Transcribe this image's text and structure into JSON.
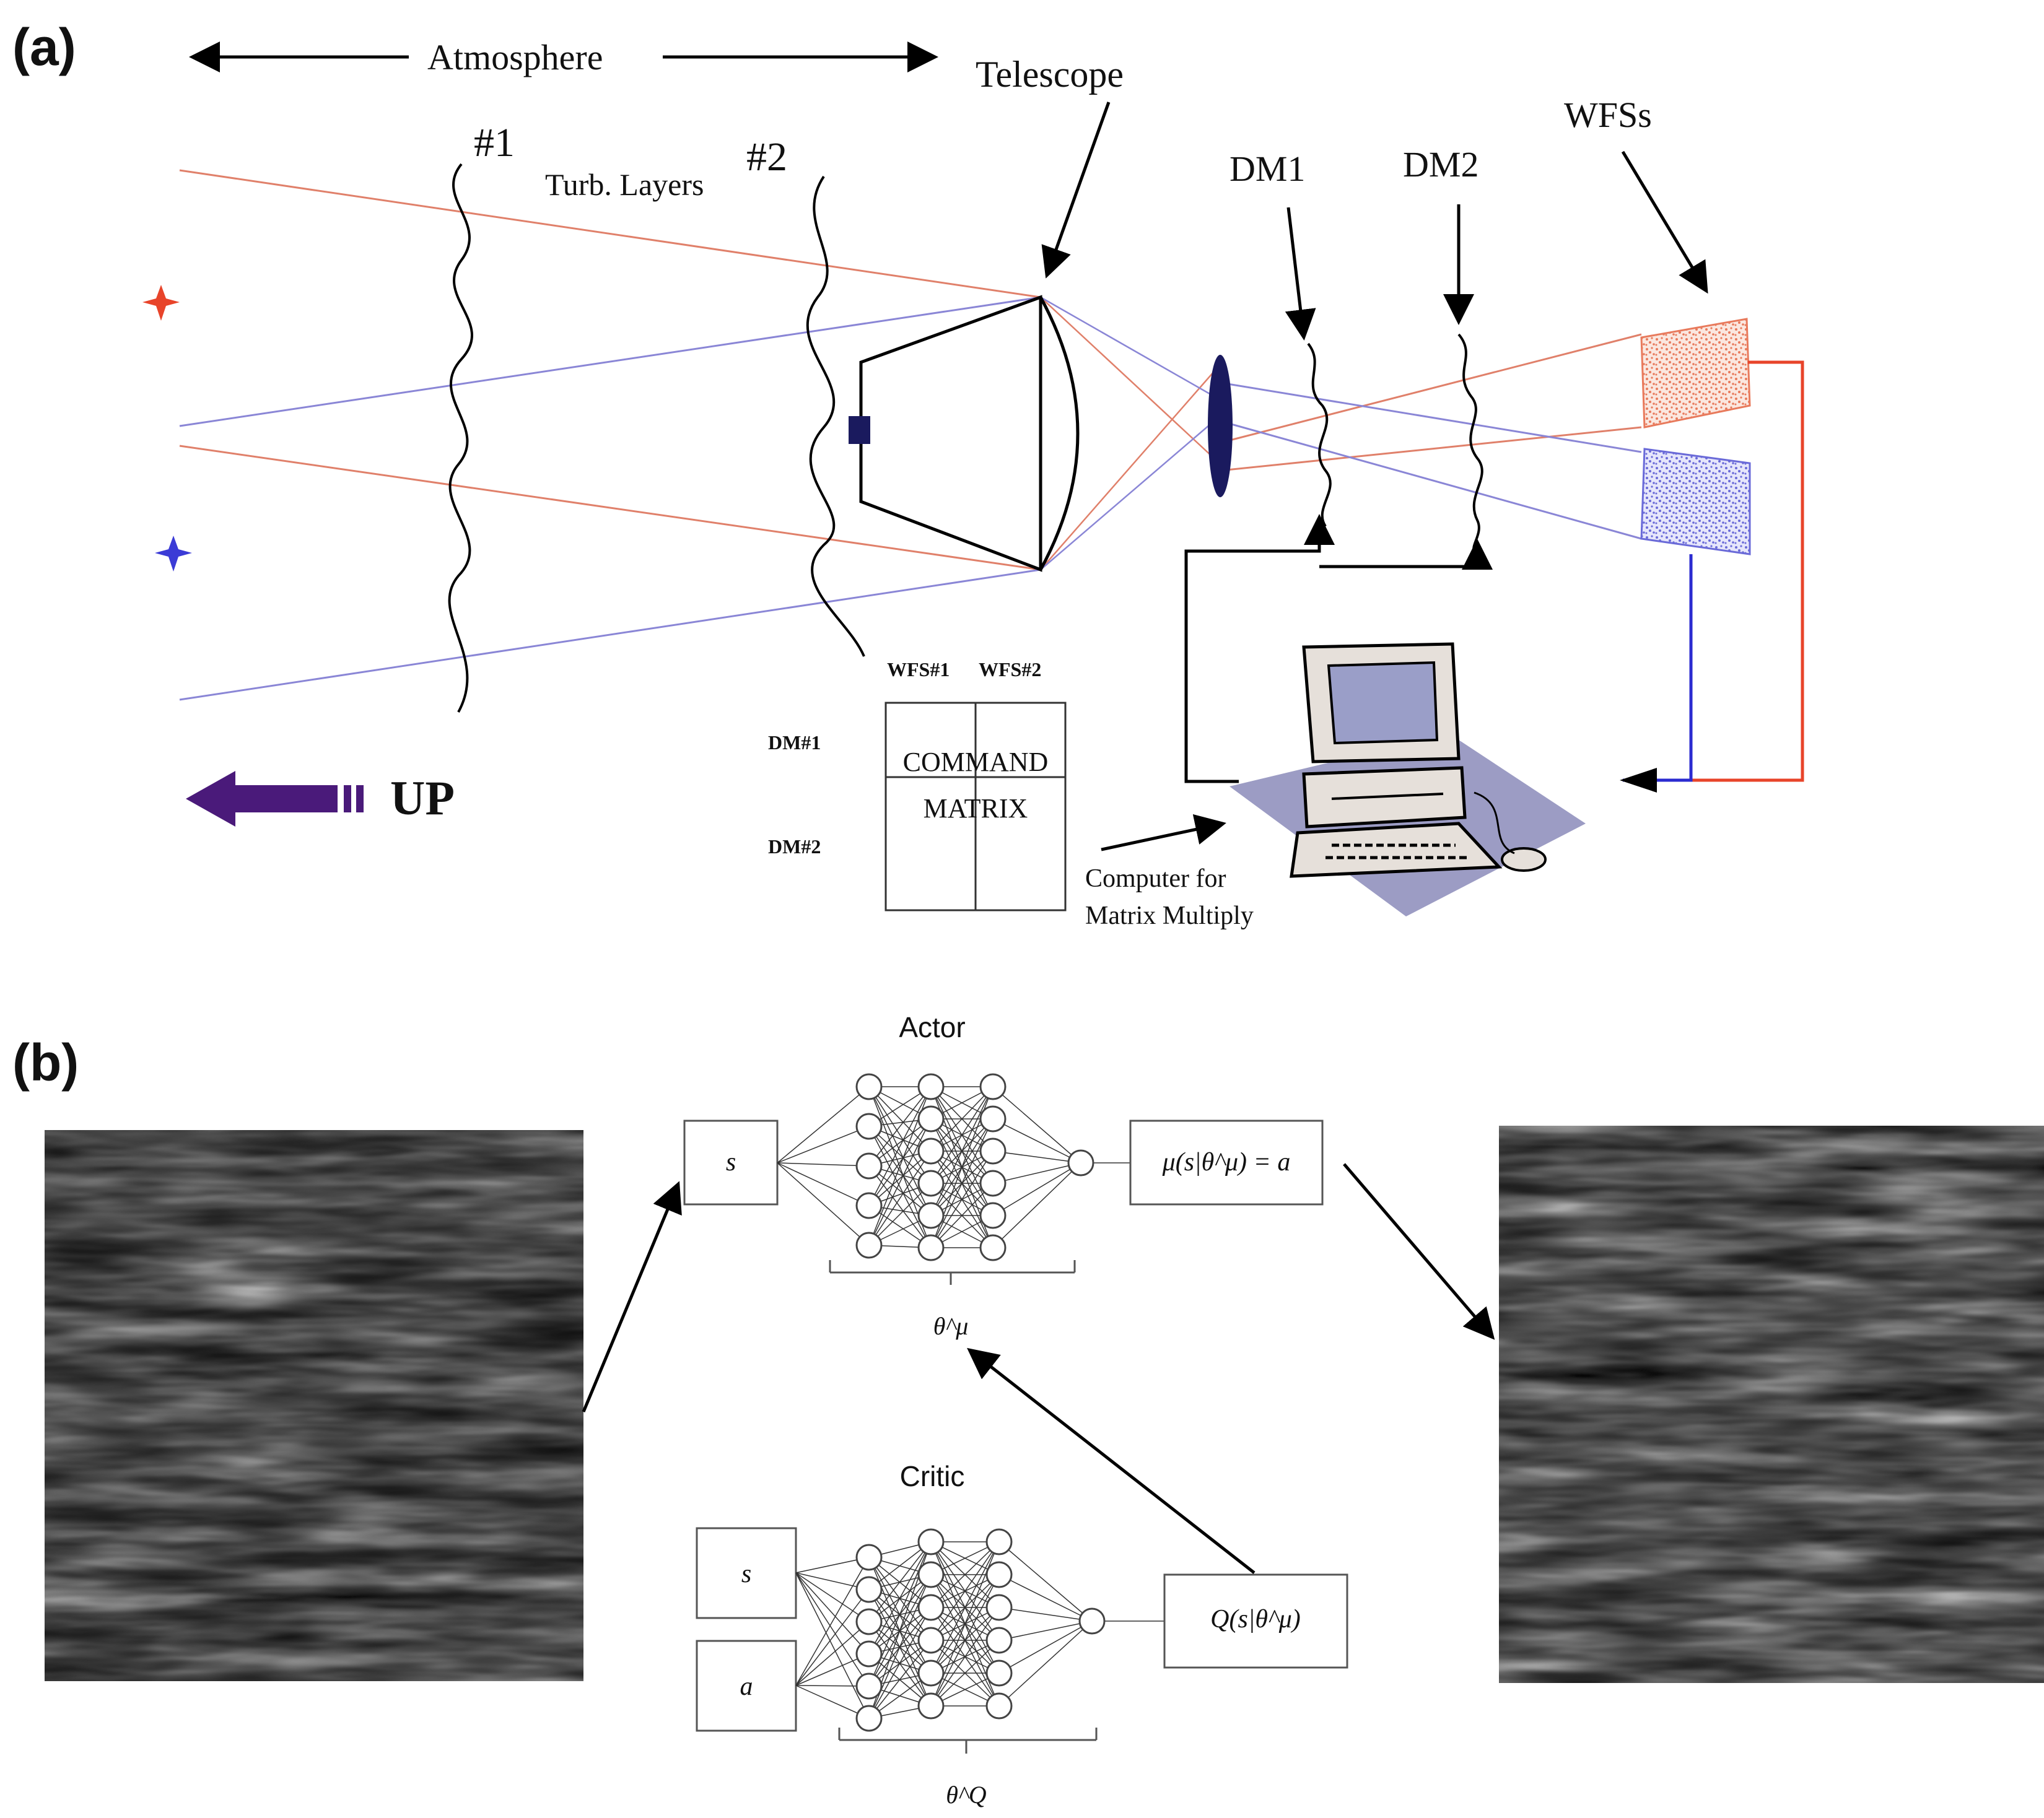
{
  "panel_a": {
    "label": "(a)",
    "atmosphere": "Atmosphere",
    "telescope": "Telescope",
    "layer1": "#1",
    "layer2": "#2",
    "turb_layers": "Turb. Layers",
    "dm1": "DM1",
    "dm2": "DM2",
    "wfss": "WFSs",
    "wfs1": "WFS#1",
    "wfs2": "WFS#2",
    "dm1_row": "DM#1",
    "dm2_row": "DM#2",
    "command": "COMMAND",
    "matrix": "MATRIX",
    "up": "UP",
    "computer_line1": "Computer for",
    "computer_line2": "Matrix Multiply"
  },
  "panel_b": {
    "label": "(b)",
    "actor": "Actor",
    "critic": "Critic",
    "actor_input": "s",
    "actor_output": "μ(s|θ^μ) = a",
    "actor_param": "θ^μ",
    "critic_input_s": "s",
    "critic_input_a": "a",
    "critic_output": "Q(s|θ^μ)",
    "critic_param": "θ^Q"
  },
  "colors": {
    "red_star": "#e8442a",
    "blue_star": "#3b3bd6",
    "red_ray": "#e0806a",
    "blue_ray": "#8a86d6",
    "lens": "#1a1a5e",
    "up_arrow": "#4a1a7a",
    "computer_mat": "#9c9cc4",
    "wfs_red": "#e87a5c",
    "wfs_blue": "#6a6ad8",
    "feedback_red": "#e8442a",
    "feedback_blue": "#2b2bd0"
  },
  "icons": [
    "red-star-icon",
    "blue-star-icon",
    "computer-icon",
    "lens-icon",
    "up-arrow-icon"
  ]
}
